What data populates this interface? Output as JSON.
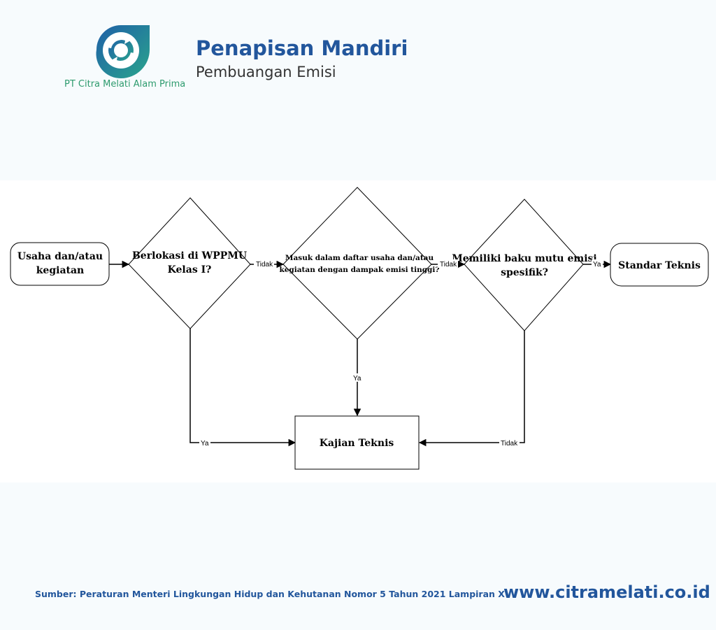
{
  "header": {
    "company": "PT Citra Melati Alam Prima",
    "title": "Penapisan Mandiri",
    "subtitle": "Pembuangan Emisi"
  },
  "flowchart": {
    "nodes": {
      "start": {
        "line1": "Usaha dan/atau",
        "line2": "kegiatan"
      },
      "q1": {
        "line1": "Berlokasi di WPPMU",
        "line2": "Kelas I?"
      },
      "q2": {
        "line1": "Masuk dalam daftar usaha dan/atau",
        "line2": "kegiatan dengan dampak emisi tinggi?"
      },
      "q3": {
        "line1": "Memiliki baku mutu emisi",
        "line2": "spesifik?"
      },
      "standar": "Standar Teknis",
      "kajian": "Kajian Teknis"
    },
    "edges": {
      "q1_no": "Tidak",
      "q2_no": "Tidak",
      "q3_yes": "Ya",
      "q1_yes": "Ya",
      "q2_yes": "Ya",
      "q3_no": "Tidak"
    }
  },
  "footer": {
    "source": "Sumber: Peraturan Menteri Lingkungan Hidup dan Kehutanan Nomor 5 Tahun 2021 Lampiran X",
    "url": "www.citramelati.co.id"
  },
  "colors": {
    "brand_blue": "#22569c",
    "brand_green": "#2e9b6e"
  }
}
